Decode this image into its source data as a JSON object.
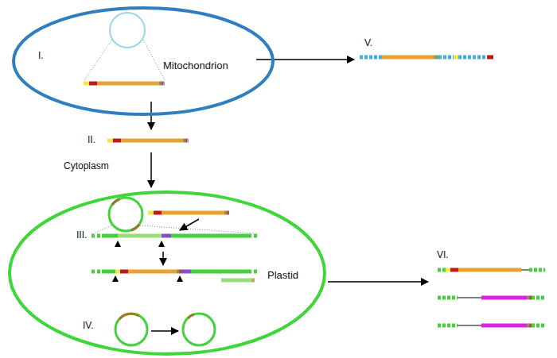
{
  "diagram": {
    "nodes": [
      {
        "text": [
          "Mitochondrion"
        ]
      },
      {
        "text": [
          "Plastid"
        ]
      }
    ],
    "labels": [
      "I.",
      "II.",
      "Cytoplasm",
      "III.",
      "IV.",
      "V.",
      "VI."
    ]
  }
}
